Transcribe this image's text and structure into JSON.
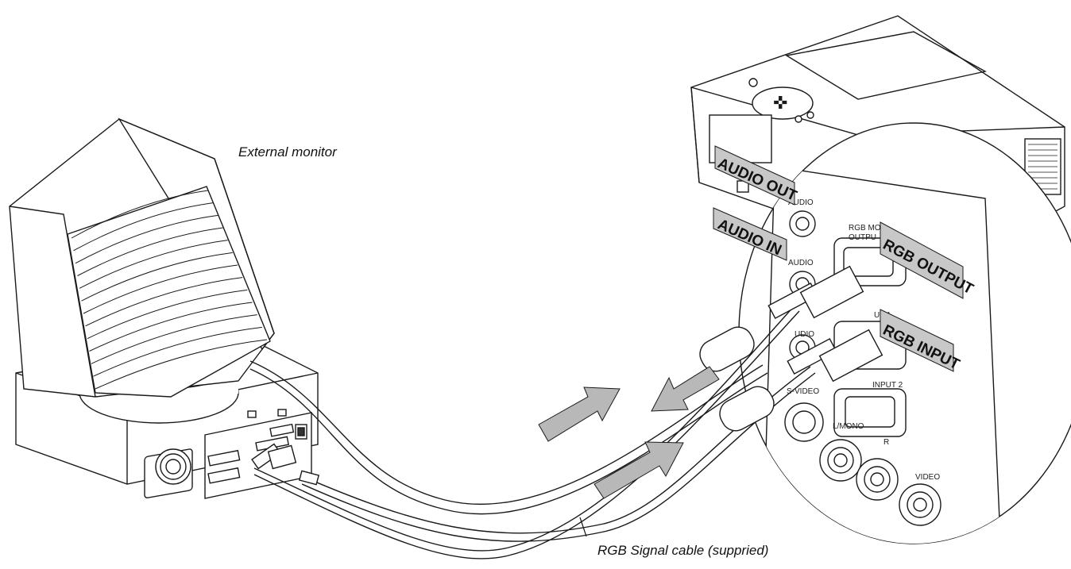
{
  "captions": {
    "external_monitor": "External monitor",
    "rgb_cable": "RGB Signal cable (suppried)"
  },
  "tags": {
    "audio_out": "AUDIO OUT",
    "audio_in": "AUDIO IN",
    "rgb_output": "RGB OUTPUT",
    "rgb_input": "RGB INPUT"
  },
  "ports": {
    "audio_1": "AUDIO",
    "rgb_monitor": "RGB MO",
    "output": "OUTPU",
    "audio_2": "AUDIO",
    "input_1": "UT 1",
    "audio_3": "UDIO",
    "input_2": "INPUT 2",
    "s_video": "S-VIDEO",
    "l_mono": "L/MONO",
    "r": "R",
    "video": "VIDEO"
  },
  "colors": {
    "line": "#1a1a1a",
    "tag_fill": "#c8c8c8",
    "arrow_fill": "#b8b8b8",
    "panel_fill": "#ffffff"
  }
}
